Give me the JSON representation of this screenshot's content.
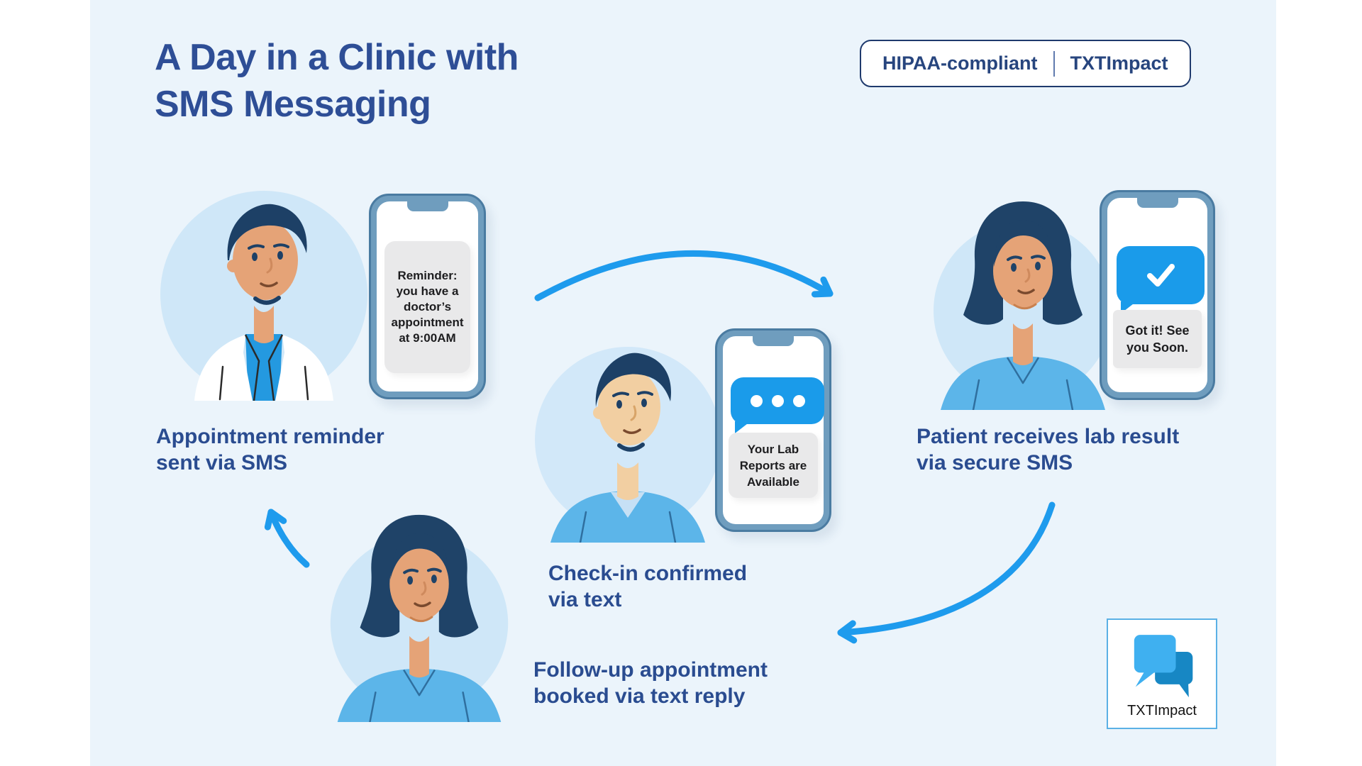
{
  "title": "A Day in a Clinic with\nSMS Messaging",
  "badge": {
    "hipaa_label": "HIPAA-compliant",
    "brand_bold": "TXT",
    "brand_rest": "Impact"
  },
  "flow": {
    "step1": {
      "caption": "Appointment reminder\nsent via SMS",
      "phone_message": "Reminder:\nyou have a\ndoctor’s\nappointment\nat 9:00AM"
    },
    "step2": {
      "caption": "Check-in confirmed\nvia text",
      "phone_message": "Your Lab\nReports are\nAvailable"
    },
    "step3": {
      "caption": "Patient receives lab result\nvia secure SMS",
      "phone_message": "Got it! See\nyou Soon."
    },
    "step4": {
      "caption": "Follow-up appointment\nbooked via text reply"
    }
  },
  "logo": {
    "label": "TXTImpact"
  },
  "icons": {
    "typing_indicator": "typing-dots-icon",
    "confirmation": "checkmark-icon",
    "logo_mark": "overlapping-chat-bubbles-icon",
    "flow_arrows": "curved-arrow-icon"
  },
  "colors": {
    "panel_background": "#ebf4fb",
    "title_navy": "#2e4e96",
    "caption_navy": "#2a4c90",
    "arrow_blue": "#1e9bed",
    "message_bubble_blue": "#1a9bea",
    "message_bubble_gray": "#e9e9ea",
    "phone_frame": "#6f9dbe",
    "avatar_circle": "#cfe7f8",
    "logo_light_blue": "#3fb0f0",
    "logo_dark_blue": "#1787c4"
  }
}
